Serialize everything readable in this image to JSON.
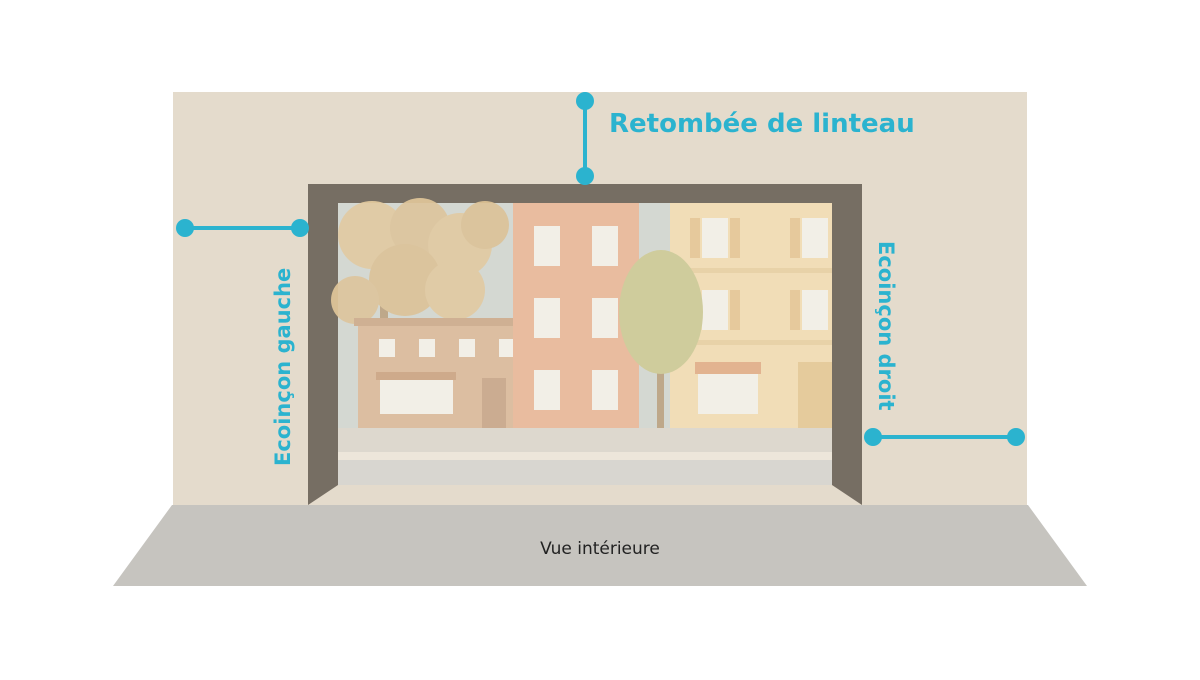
{
  "labels": {
    "lintel": "Retombée de linteau",
    "left_jamb": "Ecoinçon gauche",
    "right_jamb": "Ecoinçon droit",
    "interior_view": "Vue intérieure"
  },
  "colors": {
    "accent": "#2bb3cf",
    "wall": "#e4dbcc",
    "frame": "#766e63",
    "floor": "#c6c4bf",
    "street_bg": "#cfd3cc"
  }
}
